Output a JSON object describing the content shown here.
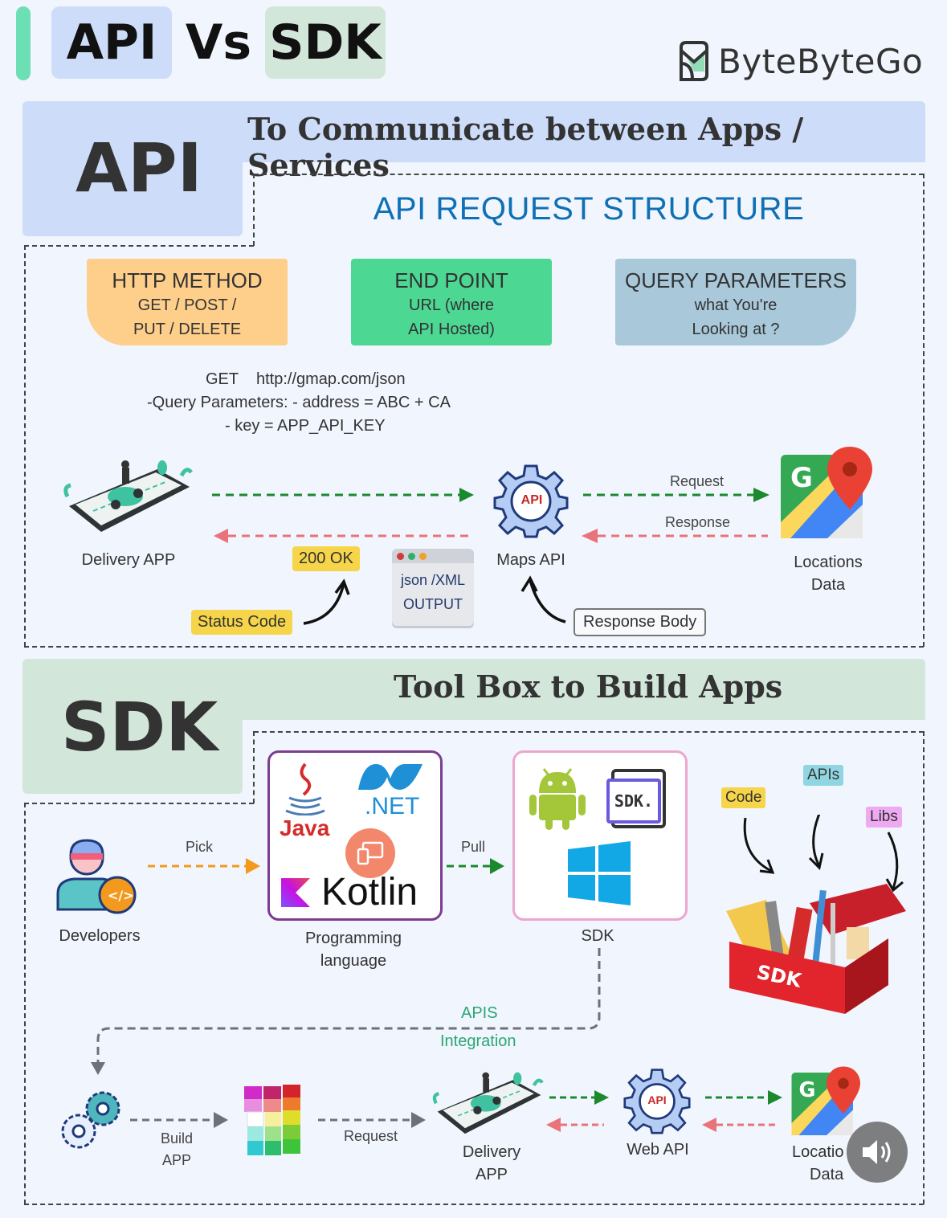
{
  "header": {
    "title_left": "API",
    "title_mid": "Vs",
    "title_right": "SDK",
    "brand": "ByteByteGo"
  },
  "colors": {
    "api_band": "#cdddf9",
    "sdk_band": "#d3e6da",
    "accent": "#6ddfb5",
    "request_arrow": "#1b8a2e",
    "response_arrow": "#e8737a",
    "pick_arrow": "#f39a1e",
    "heading_blue": "#1070b6"
  },
  "api_section": {
    "label": "API",
    "tagline": "To Communicate between Apps / Services",
    "structure_title": "API REQUEST STRUCTURE",
    "cards": [
      {
        "heading": "HTTP METHOD",
        "line1": "GET / POST /",
        "line2": "PUT / DELETE"
      },
      {
        "heading": "END POINT",
        "line1": "URL (where",
        "line2": "API Hosted)"
      },
      {
        "heading": "QUERY PARAMETERS",
        "line1": "what You're",
        "line2": "Looking at ?"
      }
    ],
    "example": {
      "line1": "GET    http://gmap.com/json",
      "line2": "-Query Parameters: - address = ABC + CA",
      "line3": "- key = APP_API_KEY"
    },
    "flow": {
      "client": "Delivery APP",
      "server": "Maps API",
      "server_icon_text": "API",
      "data_source_line1": "Locations",
      "data_source_line2": "Data",
      "request_label": "Request",
      "response_label": "Response",
      "status_value": "200 OK",
      "status_label": "Status Code",
      "output_line1": "json /XML",
      "output_line2": "OUTPUT",
      "response_body_label": "Response Body"
    }
  },
  "sdk_section": {
    "label": "SDK",
    "tagline": "Tool Box to Build Apps",
    "developers": "Developers",
    "pick_label": "Pick",
    "pull_label": "Pull",
    "languages": {
      "java": "Java",
      "dotnet": ".NET",
      "kotlin": "Kotlin",
      "caption_line1": "Programming",
      "caption_line2": "language"
    },
    "sdk_box": {
      "sdk_chip": "SDK.",
      "caption": "SDK"
    },
    "toolbox": {
      "code_tag": "Code",
      "apis_tag": "APIs",
      "libs_tag": "Libs",
      "box_label": "SDK"
    },
    "integration_line1": "APIS",
    "integration_line2": "Integration",
    "build_line1": "Build",
    "build_line2": "APP",
    "request_label": "Request",
    "client_line1": "Delivery",
    "client_line2": "APP",
    "server": "Web API",
    "server_icon_text": "API",
    "data_source_line1": "Locatio",
    "data_source_line2": "Data"
  }
}
